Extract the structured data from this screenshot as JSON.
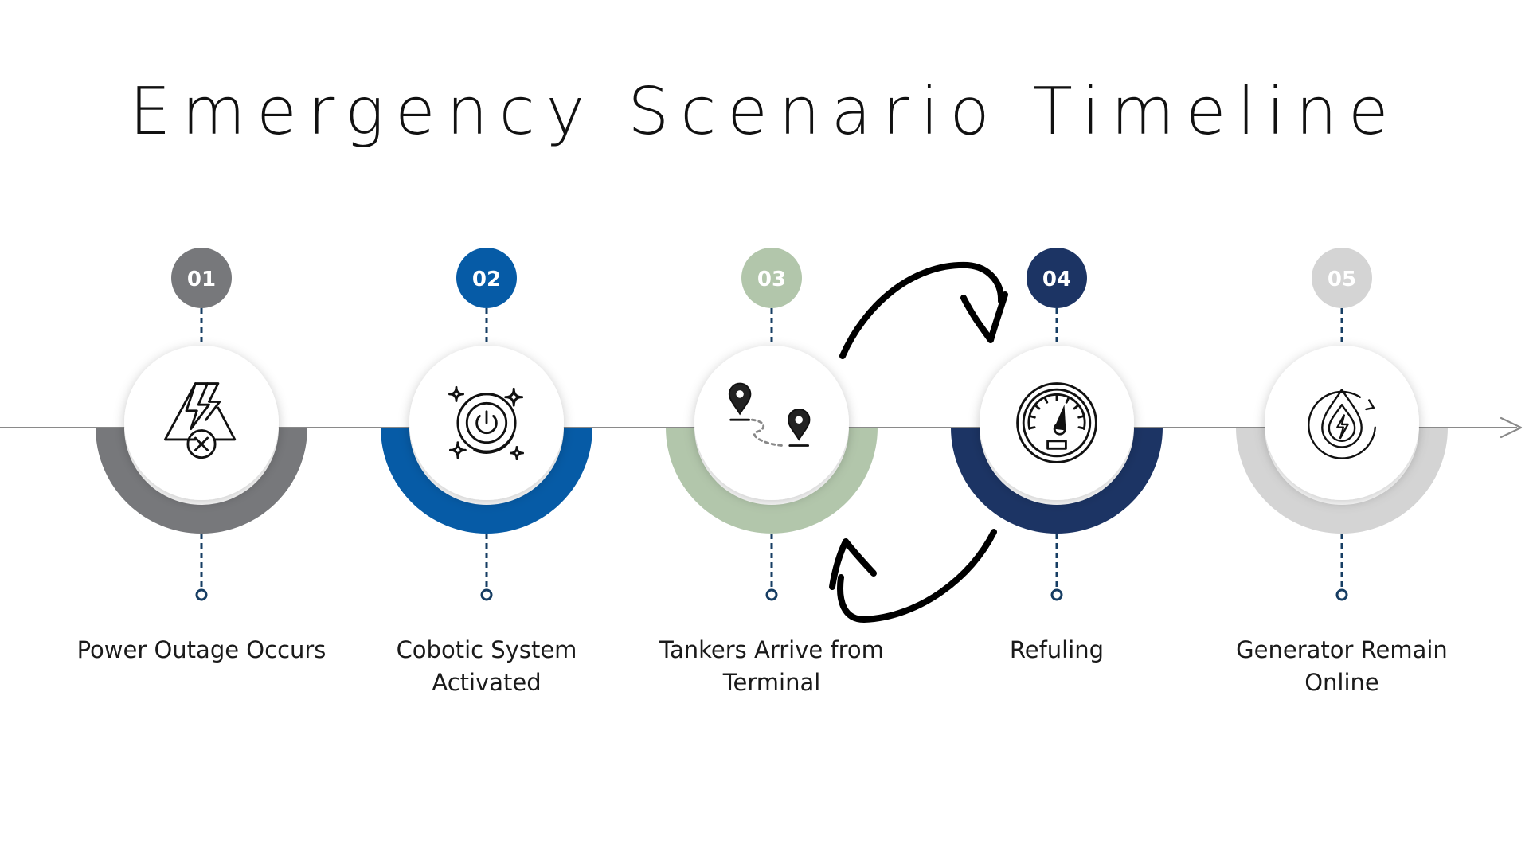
{
  "title": "Emergency Scenario Timeline",
  "steps": [
    {
      "number": "01",
      "label": "Power Outage Occurs",
      "color": "#77787b",
      "icon": "power-outage-icon"
    },
    {
      "number": "02",
      "label": "Cobotic System Activated",
      "color": "#065ba6",
      "icon": "power-button-icon"
    },
    {
      "number": "03",
      "label": "Tankers Arrive from Terminal",
      "color": "#b2c6ab",
      "icon": "route-pins-icon"
    },
    {
      "number": "04",
      "label": "Refuling",
      "color": "#1c3464",
      "icon": "fuel-gauge-icon"
    },
    {
      "number": "05",
      "label": "Generator Remain Online",
      "color": "#d4d4d4",
      "icon": "hydro-energy-icon"
    }
  ],
  "colors": {
    "timeline": "#8a8a8a",
    "connector": "#163d63",
    "cycle_arrows": "#000000"
  }
}
